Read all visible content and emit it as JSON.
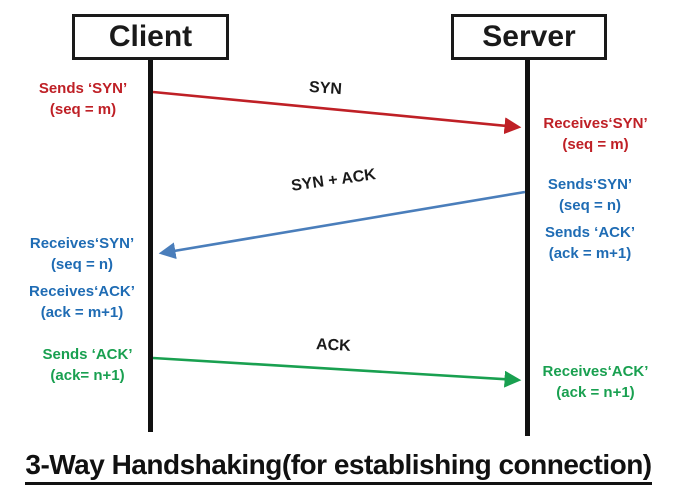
{
  "diagram": {
    "title": "3-Way Handshaking(for establishing connection)",
    "actors": {
      "client": "Client",
      "server": "Server"
    },
    "colors": {
      "red": "#bf2026",
      "blue": "#4a7ebb",
      "green": "#19a050",
      "black": "#1a1a1a"
    },
    "messages": {
      "syn": {
        "label": "SYN",
        "from": "Client",
        "to": "Server"
      },
      "syn_ack": {
        "label": "SYN + ACK",
        "from": "Server",
        "to": "Client"
      },
      "ack": {
        "label": "ACK",
        "from": "Client",
        "to": "Server"
      }
    },
    "annotations": {
      "client_sends_syn": {
        "line1": "Sends ‘SYN’",
        "line2": "(seq = m)"
      },
      "server_receives_syn": {
        "line1": "Receives‘SYN’",
        "line2": "(seq = m)"
      },
      "server_sends_syn": {
        "line1": "Sends‘SYN’",
        "line2": "(seq = n)"
      },
      "server_sends_ack": {
        "line1": "Sends ‘ACK’",
        "line2": "(ack = m+1)"
      },
      "client_receives_syn": {
        "line1": "Receives‘SYN’",
        "line2": "(seq = n)"
      },
      "client_receives_ack": {
        "line1": "Receives‘ACK’",
        "line2": "(ack = m+1)"
      },
      "client_sends_ack": {
        "line1": "Sends ‘ACK’",
        "line2": "(ack= n+1)"
      },
      "server_receives_ack": {
        "line1": "Receives‘ACK’",
        "line2": "(ack = n+1)"
      }
    }
  }
}
